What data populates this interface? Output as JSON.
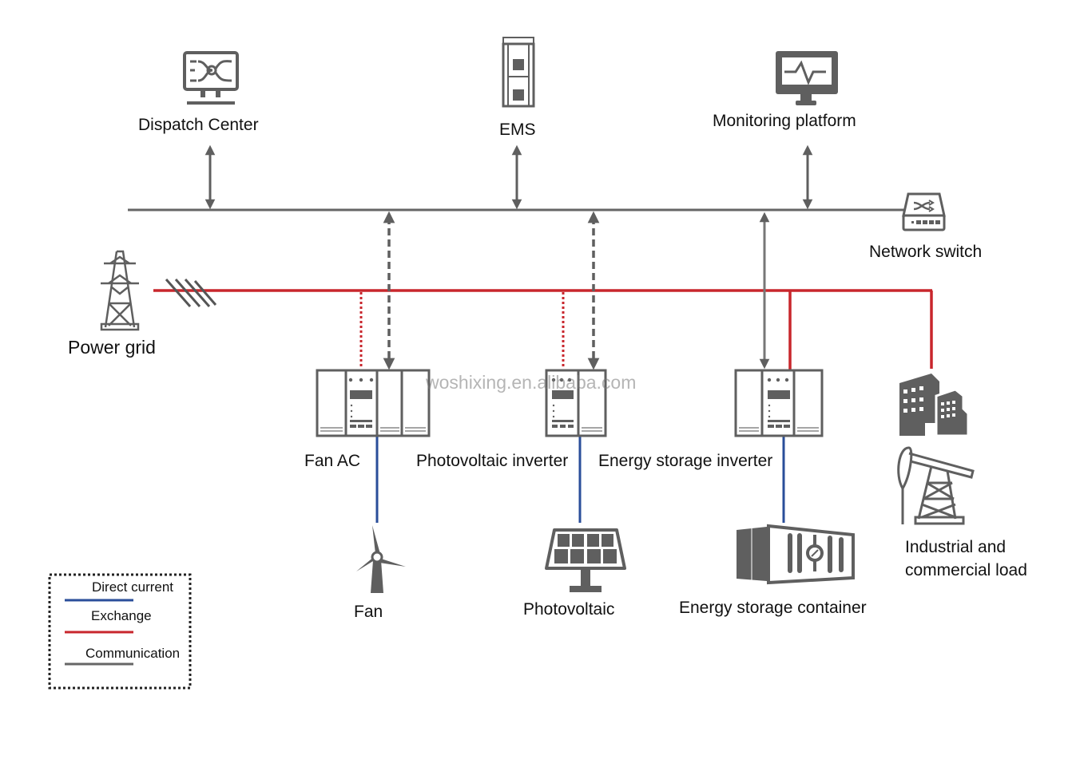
{
  "diagram": {
    "type": "energy-system-topology",
    "top_nodes": {
      "dispatch_center": {
        "label": "Dispatch Center",
        "icon": "monitor-network-icon"
      },
      "ems": {
        "label": "EMS",
        "icon": "ems-cabinet-icon"
      },
      "monitoring_platform": {
        "label": "Monitoring platform",
        "icon": "monitor-pulse-icon"
      }
    },
    "network_switch": {
      "label": "Network switch",
      "icon": "network-switch-icon"
    },
    "power_grid": {
      "label": "Power grid",
      "icon": "transmission-tower-icon"
    },
    "converters": [
      {
        "id": "fan-ac",
        "label": "Fan AC",
        "icon": "converter-cabinet-icon"
      },
      {
        "id": "pv-inverter",
        "label": "Photovoltaic inverter",
        "icon": "converter-cabinet-icon"
      },
      {
        "id": "storage-inverter",
        "label": "Energy storage inverter",
        "icon": "converter-cabinet-icon"
      }
    ],
    "sources": [
      {
        "id": "fan",
        "label": "Fan",
        "icon": "wind-turbine-icon"
      },
      {
        "id": "photovoltaic",
        "label": "Photovoltaic",
        "icon": "solar-panel-icon"
      },
      {
        "id": "storage-container",
        "label": "Energy storage container",
        "icon": "battery-container-icon"
      }
    ],
    "load": {
      "label_line1": "Industrial and",
      "label_line2": "commercial load",
      "icons": [
        "buildings-icon",
        "oil-pump-icon"
      ]
    },
    "watermark": "woshixing.en.alibaba.com",
    "legend": {
      "items": [
        {
          "label": "Direct current",
          "color": "#2a4e9a"
        },
        {
          "label": "Exchange",
          "color": "#c8262c"
        },
        {
          "label": "Communication",
          "color": "#666666"
        }
      ]
    },
    "colors": {
      "communication": "#5f5f5f",
      "exchange": "#c8262c",
      "direct_current": "#2a4e9a",
      "icon": "#5f5f5f"
    }
  }
}
